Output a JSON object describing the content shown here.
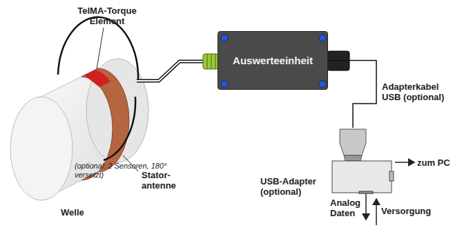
{
  "diagram": {
    "nodes": [
      {
        "text": [
          "Auswerteeinheit"
        ]
      },
      {
        "text": [
          "USB-Adapter (optional)"
        ]
      }
    ],
    "edges": [
      {
        "from": 0,
        "to": 1,
        "arrow": "none",
        "label": "Adapterkabel USB (optional)"
      }
    ],
    "labels": [
      "TelMA-Torque Element",
      "(optional: 2 Sensoren, 180° versetzt)",
      "Stator- antenne",
      "Welle",
      "zum PC",
      "Analog Daten",
      "Versorgung"
    ]
  }
}
